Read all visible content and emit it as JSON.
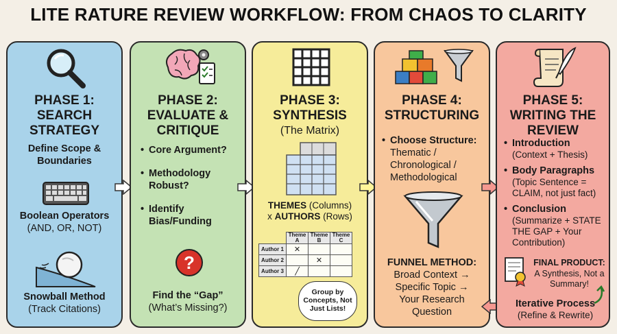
{
  "title": "LITE RATURE REVIEW WORKFLOW: FROM CHAOS TO CLARITY",
  "phases": [
    {
      "head_line1": "PHASE 1:",
      "head_line2": "SEARCH",
      "head_line3": "STRATEGY",
      "scope": "Define Scope & Boundaries",
      "boolean_title": "Boolean Operators",
      "boolean_sub": "(AND, OR, NOT)",
      "snowball_title": "Snowball Method",
      "snowball_sub": "(Track Citations)"
    },
    {
      "head_line1": "PHASE 2:",
      "head_line2": "EVALUATE &",
      "head_line3": "CRITIQUE",
      "items": [
        "Core Argument?",
        "Methodology Robust?",
        "Identify Bias/Funding"
      ],
      "gap_title": "Find the “Gap”",
      "gap_sub": "(What’s Missing?)",
      "question_mark": "?"
    },
    {
      "head_line1": "PHASE 3:",
      "head_line2": "SYNTHESIS",
      "head_line3": "(The Matrix)",
      "themes_bold": "THEMES",
      "themes_rest": " (Columns)",
      "authors_x": "x ",
      "authors_bold": "AUTHORS",
      "authors_rest": " (Rows)",
      "table_headers": [
        "Theme A",
        "Theme B",
        "Theme C"
      ],
      "table_rows": [
        {
          "label": "Author 1",
          "cells": [
            "✕",
            "",
            ""
          ]
        },
        {
          "label": "Author 2",
          "cells": [
            "",
            "✕",
            ""
          ]
        },
        {
          "label": "Author 3",
          "cells": [
            "╱",
            "",
            ""
          ]
        }
      ],
      "bubble": "Group by Concepts, Not Just Lists!"
    },
    {
      "head_line1": "PHASE 4:",
      "head_line2": "STRUCTURING",
      "structure_title": "Choose Structure:",
      "structure_lines": [
        "Thematic /",
        "Chronological /",
        "Methodological"
      ],
      "funnel_title": "FUNNEL METHOD:",
      "funnel_lines": [
        "Broad Context →",
        "Specific Topic →",
        "Your Research",
        "Question"
      ]
    },
    {
      "head_line1": "PHASE 5:",
      "head_line2": "WRITING THE",
      "head_line3": "REVIEW",
      "intro_title": "Introduction",
      "intro_sub": "(Context + Thesis)",
      "body_title": "Body Paragraphs",
      "body_sub": "(Topic Sentence = CLAIM, not just fact)",
      "concl_title": "Conclusion",
      "concl_sub": "(Summarize + STATE THE GAP + Your Contribution)",
      "final_title": "FINAL PRODUCT:",
      "final_sub": "A Synthesis, Not a Summary!",
      "iter_title": "Iterative Process",
      "iter_sub": "(Refine & Rewrite)"
    }
  ],
  "colors": {
    "phase1": "#a9d3ea",
    "phase2": "#c4e2b4",
    "phase3": "#f6ec9a",
    "phase4": "#f8c79d",
    "phase5": "#f3a9a0",
    "question_circle": "#d8332a"
  }
}
